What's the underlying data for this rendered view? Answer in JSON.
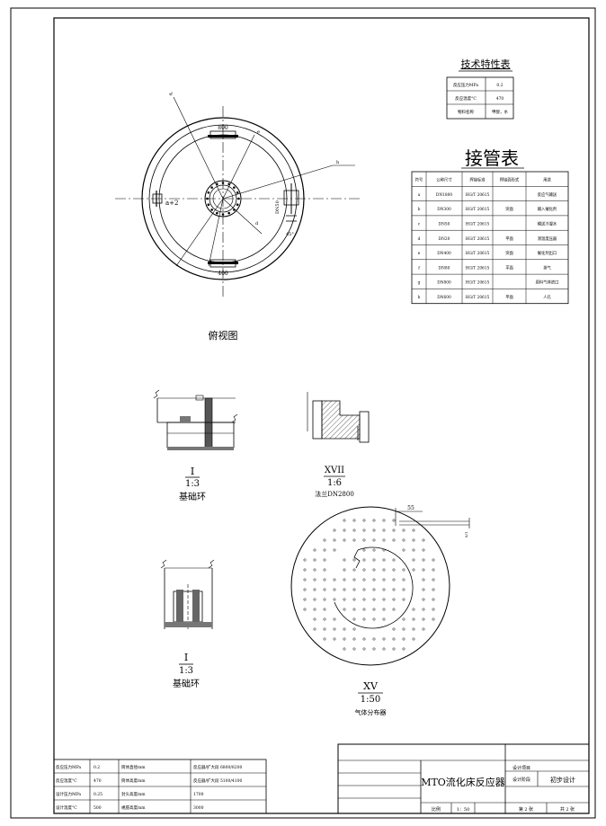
{
  "tech_table": {
    "title": "技术特性表",
    "rows": [
      {
        "label": "反应压力MPa",
        "value": "0.2"
      },
      {
        "label": "反应温度°C",
        "value": "470"
      },
      {
        "label": "物料名称",
        "value": "甲醇，水"
      }
    ]
  },
  "nozzle_table": {
    "title": "接管表",
    "headers": [
      "符号",
      "公称尺寸",
      "焊接标准",
      "焊接面形式",
      "用途"
    ],
    "rows": [
      [
        "a",
        "DN1800",
        "HG/T 20615",
        "",
        "反应气输送"
      ],
      [
        "b",
        "DN300",
        "HG/T 20615",
        "突面",
        "输入催化剂"
      ],
      [
        "c",
        "DN50",
        "HG/T 20615",
        "",
        "输送冷凝水"
      ],
      [
        "d",
        "DN20",
        "HG/T 20615",
        "平面",
        "测温度压器"
      ],
      [
        "e",
        "DN400",
        "HG/T 20615",
        "突面",
        "催化剂出口"
      ],
      [
        "f",
        "DN80",
        "HG/T 20615",
        "平面",
        "排气"
      ],
      [
        "g",
        "DN800",
        "HG/T 20615",
        "",
        "原料气体进口"
      ],
      [
        "h",
        "DN600",
        "HG/T 20615",
        "平面",
        "人孔"
      ]
    ]
  },
  "top_view": {
    "label": "俯视图",
    "dim_top": "800",
    "dim_bottom": "400",
    "leader_1": "b",
    "leader_2": "e",
    "leader_3": "h",
    "leader_4": "d",
    "leader_5": "DN50",
    "angle_label": "45°",
    "left_label": "a+2"
  },
  "detail_1": {
    "numeral": "I",
    "scale": "1:3",
    "name": "基础环"
  },
  "detail_17": {
    "numeral": "XVII",
    "scale": "1:6",
    "name": "法兰DN2800"
  },
  "detail_1b": {
    "numeral": "I",
    "scale": "1:3",
    "name": "基础环"
  },
  "detail_15": {
    "numeral": "XV",
    "scale": "1:50",
    "name": "气体分布器",
    "dim": "55",
    "side_dim": "8/1"
  },
  "bottom_spec": {
    "rows": [
      [
        "反应压力MPa",
        "0.2",
        "筒体直径mm",
        "反应器/扩大段 6800/8200"
      ],
      [
        "反应温度°C",
        "470",
        "筒体高度mm",
        "反应器/扩大段 5100/4100"
      ],
      [
        "设计压力MPa",
        "0.25",
        "封头高度mm",
        "1700"
      ],
      [
        "设计温度°C",
        "500",
        "裙座高度mm",
        "3000"
      ]
    ]
  },
  "title_block": {
    "name": "MTO流化床反应器",
    "project_label": "设计项目",
    "stage_label": "设计阶段",
    "stage_value": "初步设计",
    "scale_label": "比例",
    "scale_value": "1：50",
    "sheet": "第 2 张",
    "total": "共 2 张"
  }
}
